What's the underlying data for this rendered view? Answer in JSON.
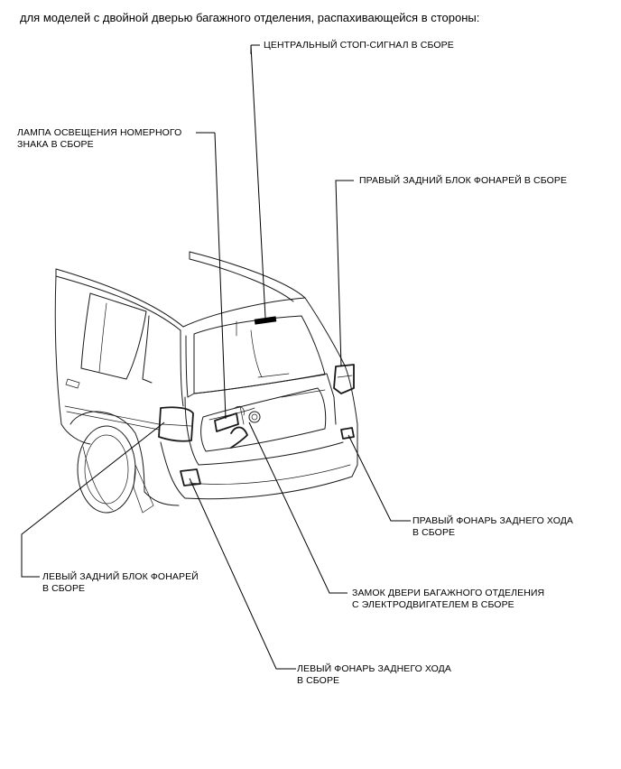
{
  "heading": "для моделей с двойной дверью багажного отделения, распахивающейся в стороны:",
  "labels": {
    "high_mount_stop": [
      "ЦЕНТРАЛЬНЫЙ СТОП-СИГНАЛ В СБОРЕ"
    ],
    "license_lamp": [
      "ЛАМПА ОСВЕЩЕНИЯ НОМЕРНОГО",
      "ЗНАКА В СБОРЕ"
    ],
    "right_combo": [
      "ПРАВЫЙ ЗАДНИЙ БЛОК ФОНАРЕЙ В СБОРЕ"
    ],
    "right_backup": [
      "ПРАВЫЙ ФОНАРЬ ЗАДНЕГО ХОДА",
      "В СБОРЕ"
    ],
    "door_lock": [
      "ЗАМОК ДВЕРИ БАГАЖНОГО ОТДЕЛЕНИЯ",
      "С ЭЛЕКТРОДВИГАТЕЛЕМ В СБОРЕ"
    ],
    "left_combo": [
      "ЛЕВЫЙ ЗАДНИЙ БЛОК ФОНАРЕЙ",
      "В СБОРЕ"
    ],
    "left_backup": [
      "ЛЕВЫЙ ФОНАРЬ ЗАДНЕГО ХОДА",
      "В СБОРЕ"
    ]
  }
}
